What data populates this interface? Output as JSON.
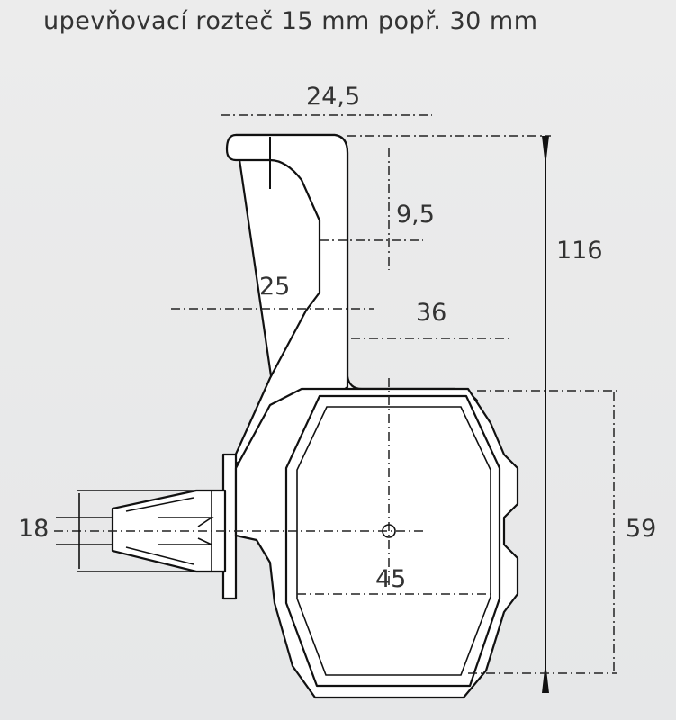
{
  "title": "upevňovací rozteč 15 mm popř. 30 mm",
  "dimensions": {
    "d24_5": "24,5",
    "d9_5": "9,5",
    "d116": "116",
    "d25": "25",
    "d36": "36",
    "d18": "18",
    "d59": "59",
    "d45": "45"
  }
}
